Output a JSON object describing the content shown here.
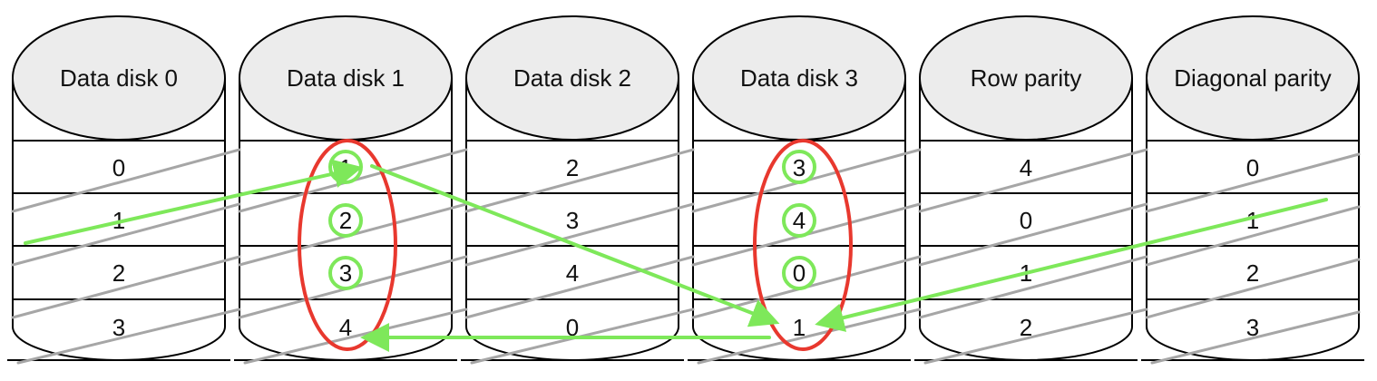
{
  "disks": [
    {
      "name": "Data disk 0",
      "values": [
        "0",
        "1",
        "2",
        "3"
      ]
    },
    {
      "name": "Data disk 1",
      "values": [
        "1",
        "2",
        "3",
        "4"
      ]
    },
    {
      "name": "Data disk 2",
      "values": [
        "2",
        "3",
        "4",
        "0"
      ]
    },
    {
      "name": "Data disk 3",
      "values": [
        "3",
        "4",
        "0",
        "1"
      ]
    },
    {
      "name": "Row parity",
      "values": [
        "4",
        "0",
        "1",
        "2"
      ]
    },
    {
      "name": "Diagonal parity",
      "values": [
        "0",
        "1",
        "2",
        "3"
      ]
    }
  ],
  "colors": {
    "outline": "#000000",
    "disk_top": "#ececec",
    "diagonal_stripe": "#a6a6a6",
    "failed_disk_ellipse": "#e8382e",
    "recovery_circle": "#7ee85a",
    "recovery_arrow": "#7ee85a"
  }
}
